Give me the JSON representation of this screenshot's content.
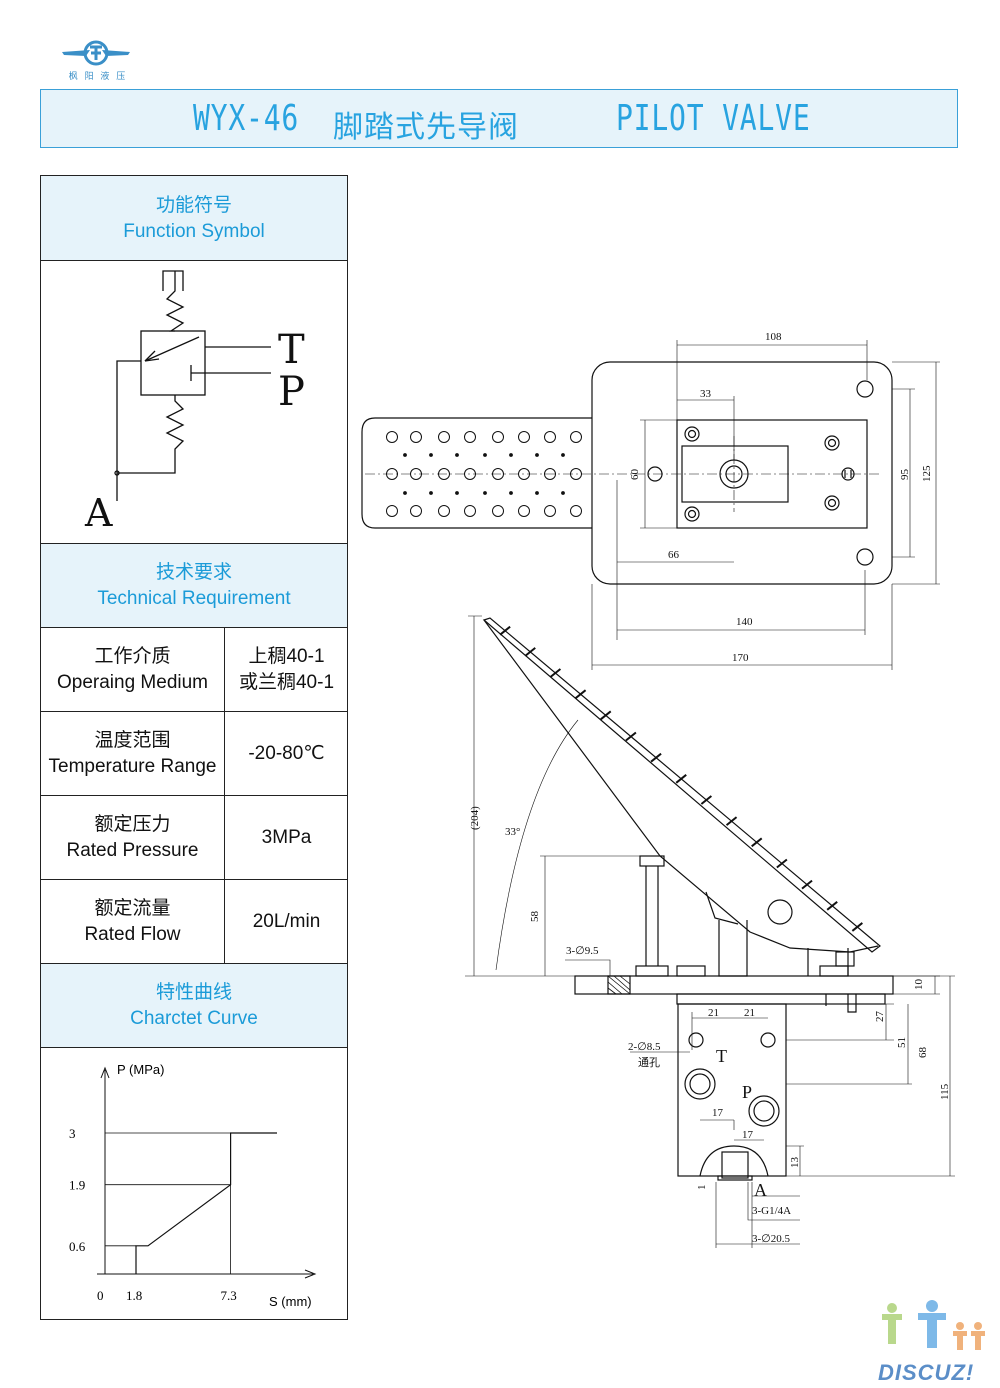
{
  "header": {
    "logo_caption": "枫 阳   液 压",
    "model": "WYX-46",
    "name_cn": "脚踏式先导阀",
    "name_en": "PILOT VALVE"
  },
  "sections": {
    "function": {
      "cn": "功能符号",
      "en": "Function Symbol"
    },
    "technical": {
      "cn": "技术要求",
      "en": "Technical Requirement"
    },
    "curve": {
      "cn": "特性曲线",
      "en": "Charctet Curve"
    }
  },
  "symbol": {
    "t": "T",
    "p": "P",
    "a": "A"
  },
  "specs": [
    {
      "cn": "工作介质",
      "en": "Operaing Medium",
      "value1": "上稠40-1",
      "value2": "或兰稠40-1"
    },
    {
      "cn": "温度范围",
      "en": "Temperature Range",
      "value1": "-20-80℃",
      "value2": ""
    },
    {
      "cn": "额定压力",
      "en": "Rated Pressure",
      "value1": "3MPa",
      "value2": ""
    },
    {
      "cn": "额定流量",
      "en": "Rated Flow",
      "value1": "20L/min",
      "value2": ""
    }
  ],
  "chart_data": {
    "type": "line",
    "title": "",
    "xlabel": "S (mm)",
    "ylabel": "P (MPa)",
    "x_ticks": [
      "0",
      "1.8",
      "7.3"
    ],
    "y_ticks": [
      "0.6",
      "1.9",
      "3"
    ],
    "series": [
      {
        "x": [
          1.8,
          1.8,
          2.5,
          7.3,
          7.3,
          10
        ],
        "y": [
          0,
          0.6,
          0.6,
          1.9,
          3,
          3
        ]
      }
    ]
  },
  "dims": {
    "d108": "108",
    "d33": "33",
    "d60": "60",
    "d95": "95",
    "d125": "125",
    "d66": "66",
    "d140": "140",
    "d170": "170",
    "d204": "(204)",
    "d33deg": "33°",
    "d58": "58",
    "hole95": "3-∅9.5",
    "d10": "10",
    "d21a": "21",
    "d21b": "21",
    "d27": "27",
    "hole85": "2-∅8.5",
    "through": "通孔",
    "d51": "51",
    "d68": "68",
    "d115": "115",
    "d17a": "17",
    "d17b": "17",
    "d13": "13",
    "d1": "1",
    "portT": "T",
    "portP": "P",
    "portA": "A",
    "thread": "3-G1/4A",
    "hole205": "3-∅20.5"
  },
  "watermark": "DISCUZ!"
}
